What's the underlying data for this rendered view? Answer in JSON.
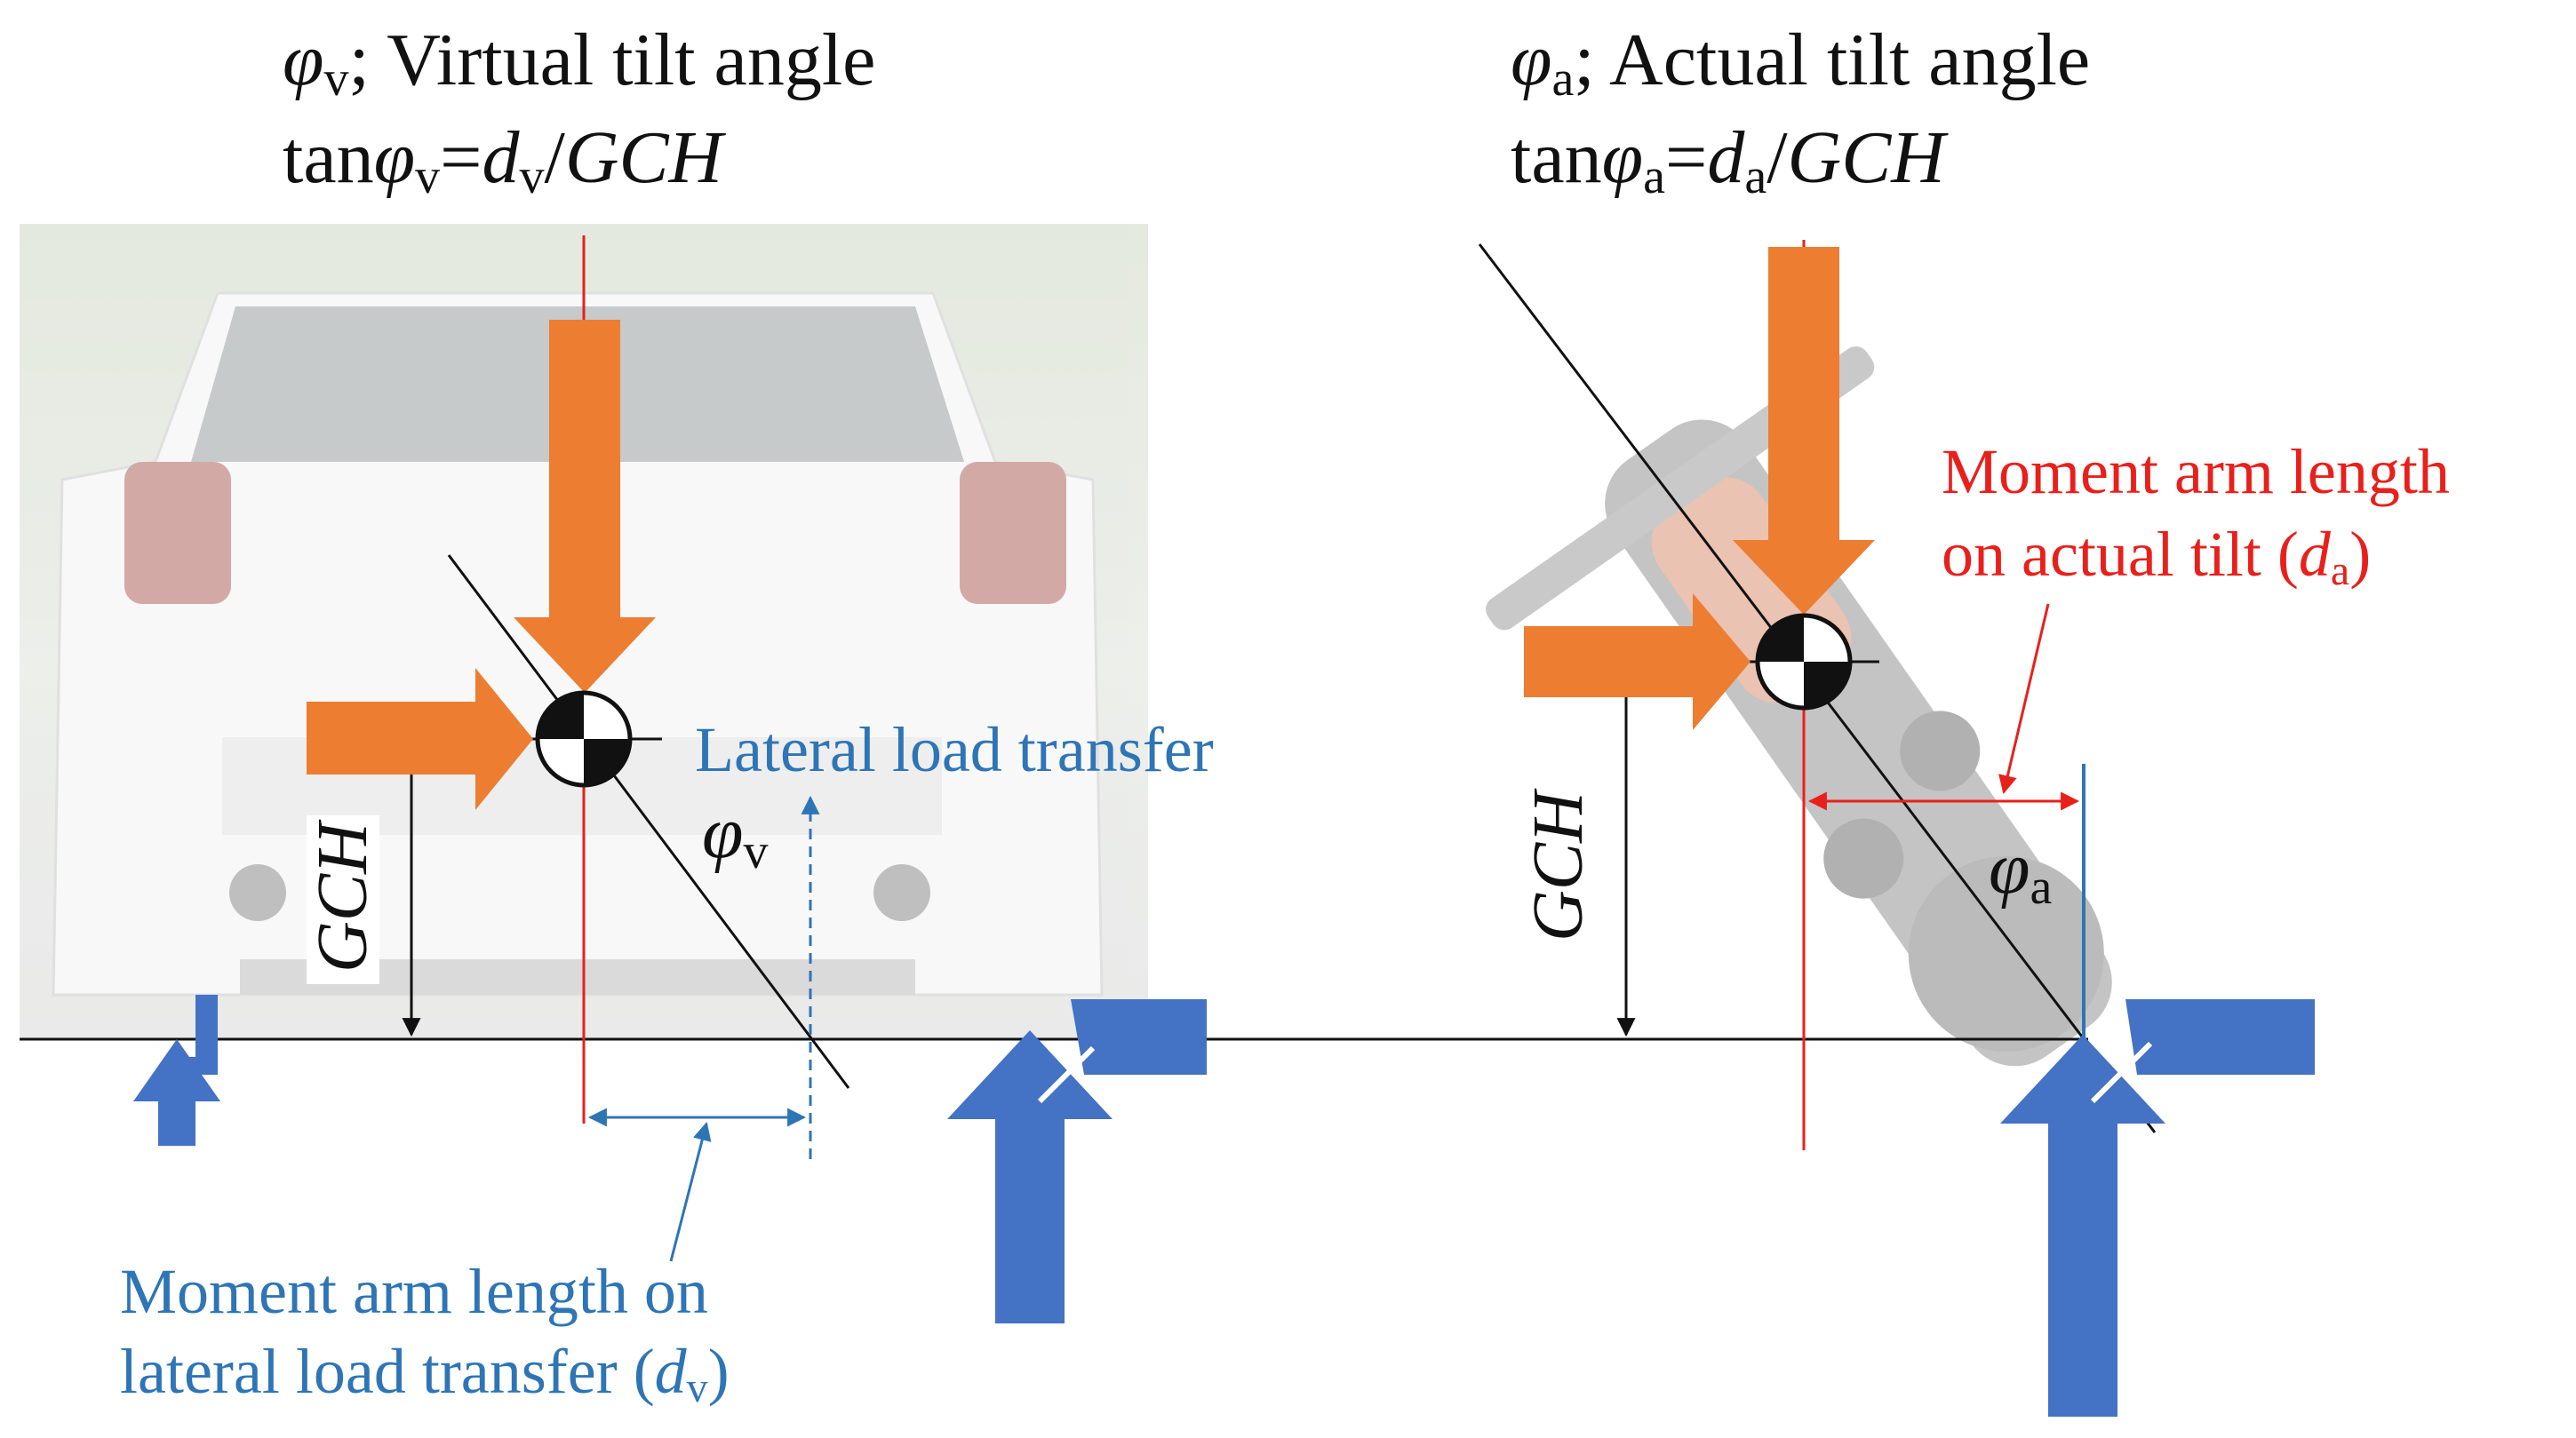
{
  "colors": {
    "force_orange": "#ed7d31",
    "reaction_blue": "#4472c4",
    "red_line": "#e8201c",
    "blue_line": "#2e75b6",
    "black": "#111111"
  },
  "left": {
    "title_sym": "φ",
    "title_sub": "v",
    "title_text": "; Virtual tilt angle",
    "eq_tan": "tan",
    "eq_phi": "φ",
    "eq_phi_sub": "v",
    "eq_equals": "=",
    "eq_d": "d",
    "eq_d_sub": "v",
    "eq_slash": "/",
    "eq_gch": "GCH",
    "lateral_label": "Lateral load transfer",
    "angle_sym": "φ",
    "angle_sub": "v",
    "gch_label": "GCH",
    "arm_line1": "Moment arm length on",
    "arm_line2_text": "lateral load transfer (",
    "arm_line2_d": "d",
    "arm_line2_sub": "v",
    "arm_line2_close": ")"
  },
  "right": {
    "title_sym": "φ",
    "title_sub": "a",
    "title_text": "; Actual tilt angle",
    "eq_tan": "tan",
    "eq_phi": "φ",
    "eq_phi_sub": "a",
    "eq_equals": "=",
    "eq_d": "d",
    "eq_d_sub": "a",
    "eq_slash": "/",
    "eq_gch": "GCH",
    "arm_line1": "Moment arm length",
    "arm_line2_text": "on actual tilt (",
    "arm_line2_d": "d",
    "arm_line2_sub": "a",
    "arm_line2_close": ")",
    "angle_sym": "φ",
    "angle_sub": "a",
    "gch_label": "GCH"
  }
}
